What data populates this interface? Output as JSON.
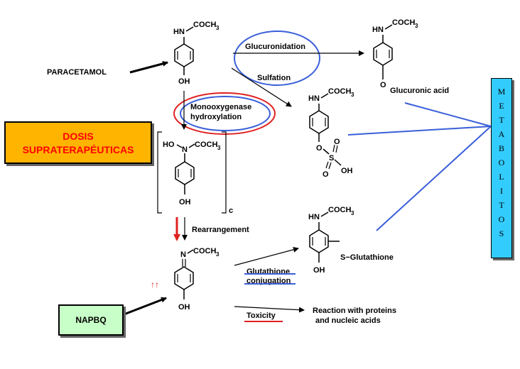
{
  "labels": {
    "paracetamol": "PARACETAMOL",
    "dosis_line1": "DOSIS",
    "dosis_line2": "SUPRATERAPÉUTICAS",
    "napbq": "NAPBQ",
    "metabolitos_letters": [
      "M",
      "E",
      "T",
      "A",
      "B",
      "O",
      "L",
      "I",
      "T",
      "O",
      "S"
    ]
  },
  "pathways": {
    "glucuronidation": "Glucuronidation",
    "sulfation": "Sulfation",
    "monooxygenase_line1": "Monooxygenase",
    "monooxygenase_line2": "hydroxylation",
    "rearrangement": "Rearrangement",
    "glutathione_line1": "Glutathione",
    "glutathione_line2": "conjugation",
    "toxicity": "Toxicity",
    "reaction_line1": "Reaction with proteins",
    "reaction_line2": "and nucleic acids"
  },
  "chemistry": {
    "hn_coch3": "HN",
    "coch3": "COCH",
    "subscript3": "3",
    "oh": "OH",
    "glucuronic_acid": "Glucuronic acid",
    "o": "O",
    "s": "S",
    "ho": "HO",
    "n": "N",
    "bracket_c": "c",
    "s_glutathione": "S−Glutathione",
    "up_arrows": "↑↑"
  },
  "colors": {
    "blue": "#3a5fd9",
    "red": "#e02020",
    "orange_box": "#ffb400",
    "green_box": "#c8ffc8",
    "cyan_box": "#33ccff"
  }
}
